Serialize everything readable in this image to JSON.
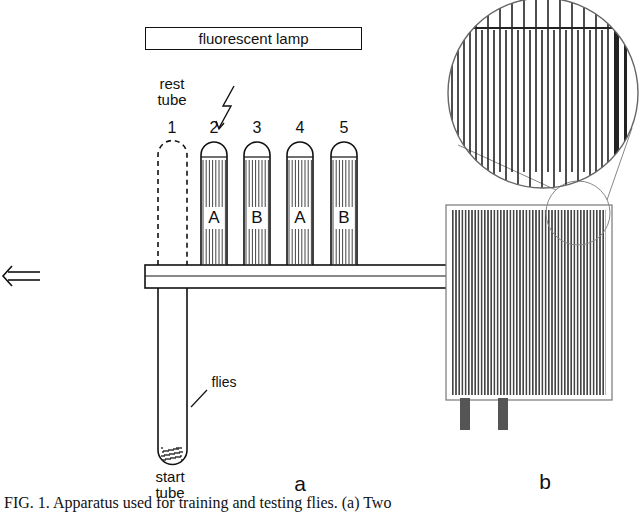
{
  "diagram": {
    "caption": "FIG. 1. Apparatus used for training and testing flies. (a) Two",
    "nodes": [
      {
        "text": [
          "fluorescent lamp"
        ]
      },
      {
        "text": [
          "A"
        ]
      },
      {
        "text": [
          "B"
        ]
      },
      {
        "text": [
          "A"
        ]
      },
      {
        "text": [
          "B"
        ]
      }
    ],
    "labels": [
      "rest tube",
      "1",
      "2",
      "3",
      "4",
      "5",
      "flies",
      "start tube",
      "a",
      "b"
    ]
  }
}
